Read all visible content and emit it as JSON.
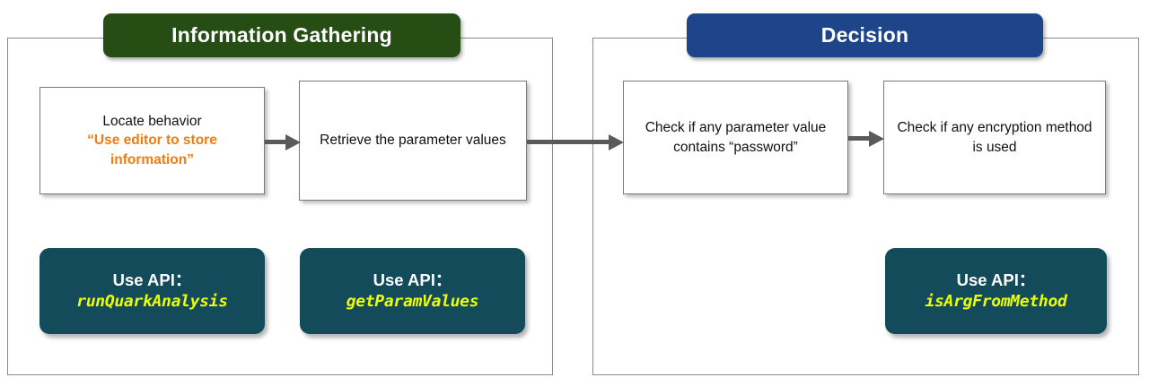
{
  "diagram": {
    "phases": [
      {
        "id": "information-gathering",
        "title": "Information Gathering",
        "banner_color": "#264D14"
      },
      {
        "id": "decision",
        "title": "Decision",
        "banner_color": "#1E4489"
      }
    ],
    "steps": [
      {
        "id": "locate-behavior",
        "line1": "Locate behavior",
        "highlight": "“Use editor to store information”",
        "highlight_color": "#ED7D12"
      },
      {
        "id": "retrieve-parameter-values",
        "line1": "Retrieve the parameter values"
      },
      {
        "id": "check-password",
        "line1": "Check if any parameter value contains “password”"
      },
      {
        "id": "check-encryption",
        "line1": "Check if any encryption method is used"
      }
    ],
    "api_calls": [
      {
        "id": "run-quark-analysis",
        "label": "Use API：",
        "name": "runQuarkAnalysis",
        "box_color": "#134B5A",
        "name_color": "#ECFF00"
      },
      {
        "id": "get-param-values",
        "label": "Use API：",
        "name": "getParamValues",
        "box_color": "#134B5A",
        "name_color": "#ECFF00"
      },
      {
        "id": "is-arg-from-method",
        "label": "Use API：",
        "name": "isArgFromMethod",
        "box_color": "#134B5A",
        "name_color": "#ECFF00"
      }
    ],
    "connectors": [
      {
        "id": "locate-to-retrieve",
        "from": "locate-behavior",
        "to": "retrieve-parameter-values"
      },
      {
        "id": "retrieve-to-check-password",
        "from": "retrieve-parameter-values",
        "to": "check-password"
      },
      {
        "id": "check-password-to-check-encryption",
        "from": "check-password",
        "to": "check-encryption"
      }
    ]
  }
}
